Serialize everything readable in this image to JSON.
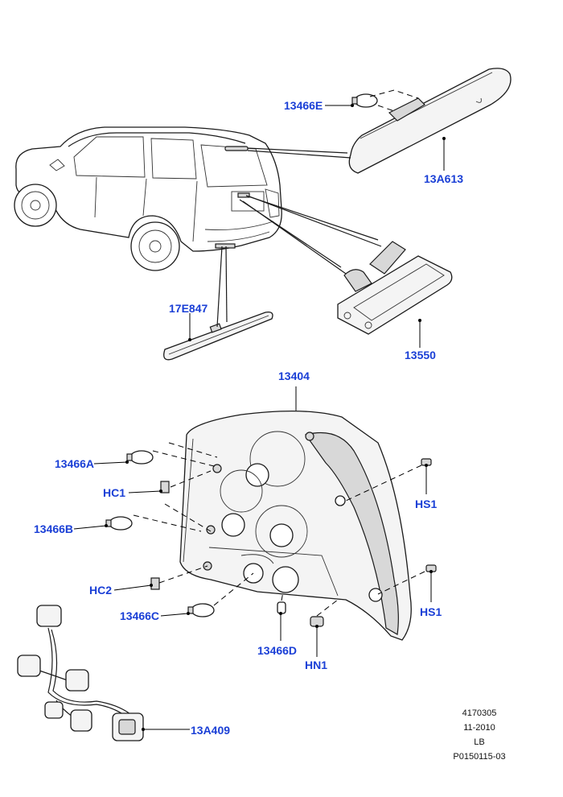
{
  "labels": {
    "l13466E": "13466E",
    "l13A613": "13A613",
    "l17E847": "17E847",
    "l13550": "13550",
    "l13404": "13404",
    "l13466A": "13466A",
    "lHC1": "HC1",
    "l13466B": "13466B",
    "lHC2": "HC2",
    "l13466C": "13466C",
    "l13466D": "13466D",
    "lHN1": "HN1",
    "lHS1a": "HS1",
    "lHS1b": "HS1",
    "l13A409": "13A409"
  },
  "info": {
    "code": "4170305",
    "date": "11-2010",
    "variant": "LB",
    "ref": "P0150115-03"
  },
  "colors": {
    "label": "#1a3fd6",
    "line": "#1a1a1a"
  }
}
